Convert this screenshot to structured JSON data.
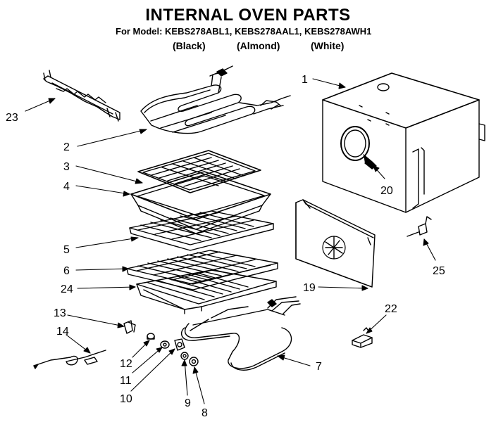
{
  "header": {
    "title": "INTERNAL OVEN PARTS",
    "models": "For Model: KEBS278ABL1, KEBS278AAL1, KEBS278AWH1",
    "colors": [
      "(Black)",
      "(Almond)",
      "(White)"
    ],
    "stray_mark": "\""
  },
  "callouts": [
    "1",
    "2",
    "3",
    "4",
    "5",
    "6",
    "24",
    "13",
    "14",
    "12",
    "11",
    "10",
    "9",
    "8",
    "7",
    "19",
    "20",
    "22",
    "23",
    "25"
  ]
}
